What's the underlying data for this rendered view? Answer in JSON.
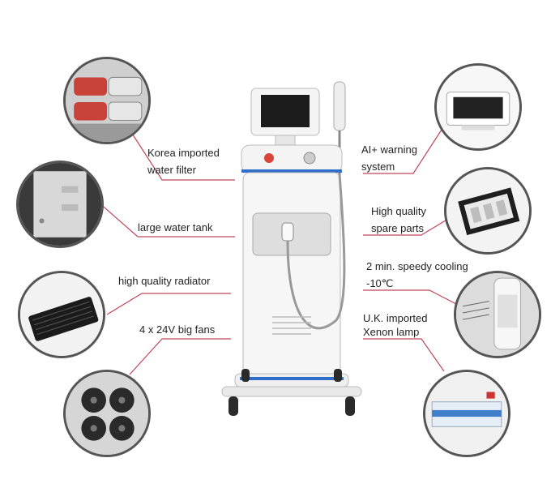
{
  "labels": {
    "water_filter_line1": "Korea imported",
    "water_filter_line2": "water filter",
    "water_tank": "large water tank",
    "radiator": "high quality radiator",
    "fans": "4 x 24V big fans",
    "ai_warning_line1": "AI+ warning",
    "ai_warning_line2": "system",
    "spare_parts_line1": "High quality",
    "spare_parts_line2": "spare parts",
    "cooling_line1": "2 min. speedy cooling",
    "cooling_line2": "-10℃",
    "lamp_line1": "U.K. imported",
    "lamp_line2": "Xenon lamp"
  },
  "colors": {
    "leader_line": "#c0475a",
    "circle_border": "#555555",
    "machine_body": "#f4f4f4",
    "machine_accent": "#2f6fc9"
  }
}
